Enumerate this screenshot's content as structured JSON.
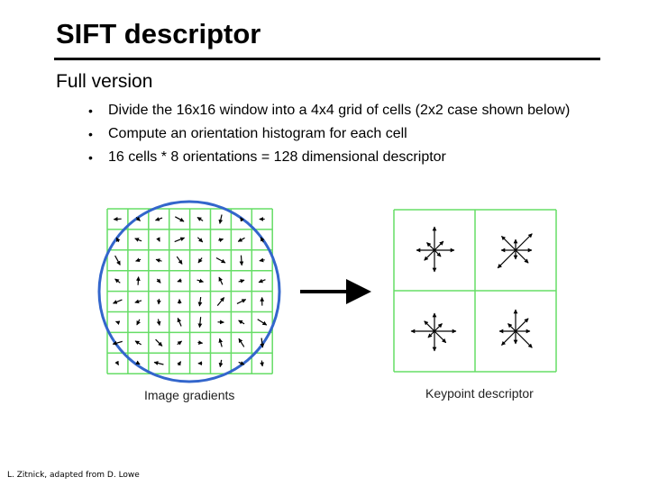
{
  "slide": {
    "title": "SIFT descriptor",
    "subtitle": "Full version",
    "bullets": [
      "Divide the 16x16 window into a 4x4 grid of cells (2x2 case shown below)",
      "Compute an orientation histogram for each cell",
      "16 cells * 8 orientations = 128 dimensional descriptor"
    ],
    "bullet_marker": "•",
    "left_figure_label": "Image gradients",
    "right_figure_label": "Keypoint descriptor",
    "credit": "L. Zitnick, adapted from D. Lowe"
  },
  "colors": {
    "grid": "#66dd66",
    "circle": "#3366cc",
    "arrow": "#000000",
    "rule": "#000000"
  },
  "icons": {
    "transition_arrow": "right-arrow-icon"
  }
}
